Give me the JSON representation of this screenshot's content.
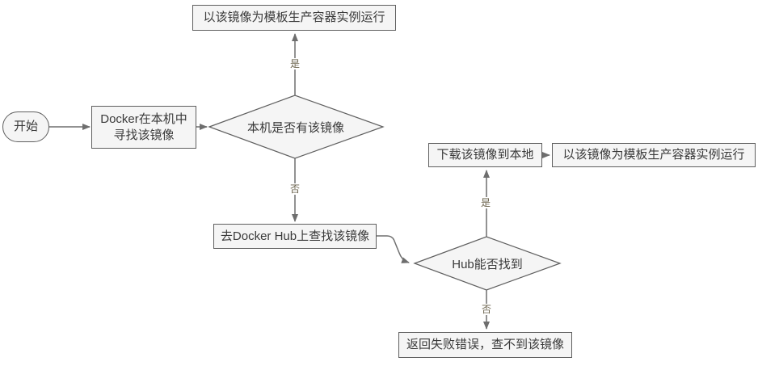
{
  "diagram": {
    "nodes": {
      "start": {
        "label": "开始"
      },
      "find_local": {
        "lines": [
          "Docker在本机中",
          "寻找该镜像"
        ]
      },
      "has_image_decision": {
        "label": "本机是否有该镜像"
      },
      "run_container_top": {
        "label": "以该镜像为模板生产容器实例运行"
      },
      "search_hub": {
        "label": "去Docker Hub上查找该镜像"
      },
      "hub_found_decision": {
        "label": "Hub能否找到"
      },
      "download_image": {
        "label": "下载该镜像到本地"
      },
      "run_container_right": {
        "label": "以该镜像为模板生产容器实例运行"
      },
      "return_error": {
        "label": "返回失败错误，查不到该镜像"
      }
    },
    "edge_labels": {
      "local_yes": "是",
      "local_no": "否",
      "hub_yes": "是",
      "hub_no": "否"
    },
    "colors": {
      "node_fill": "#f5f5f5",
      "node_border": "#5f5f5f",
      "text": "#3a3a3a",
      "arrow": "#6e6e6e",
      "edge_label": "#6a624c",
      "background": "#ffffff"
    }
  }
}
